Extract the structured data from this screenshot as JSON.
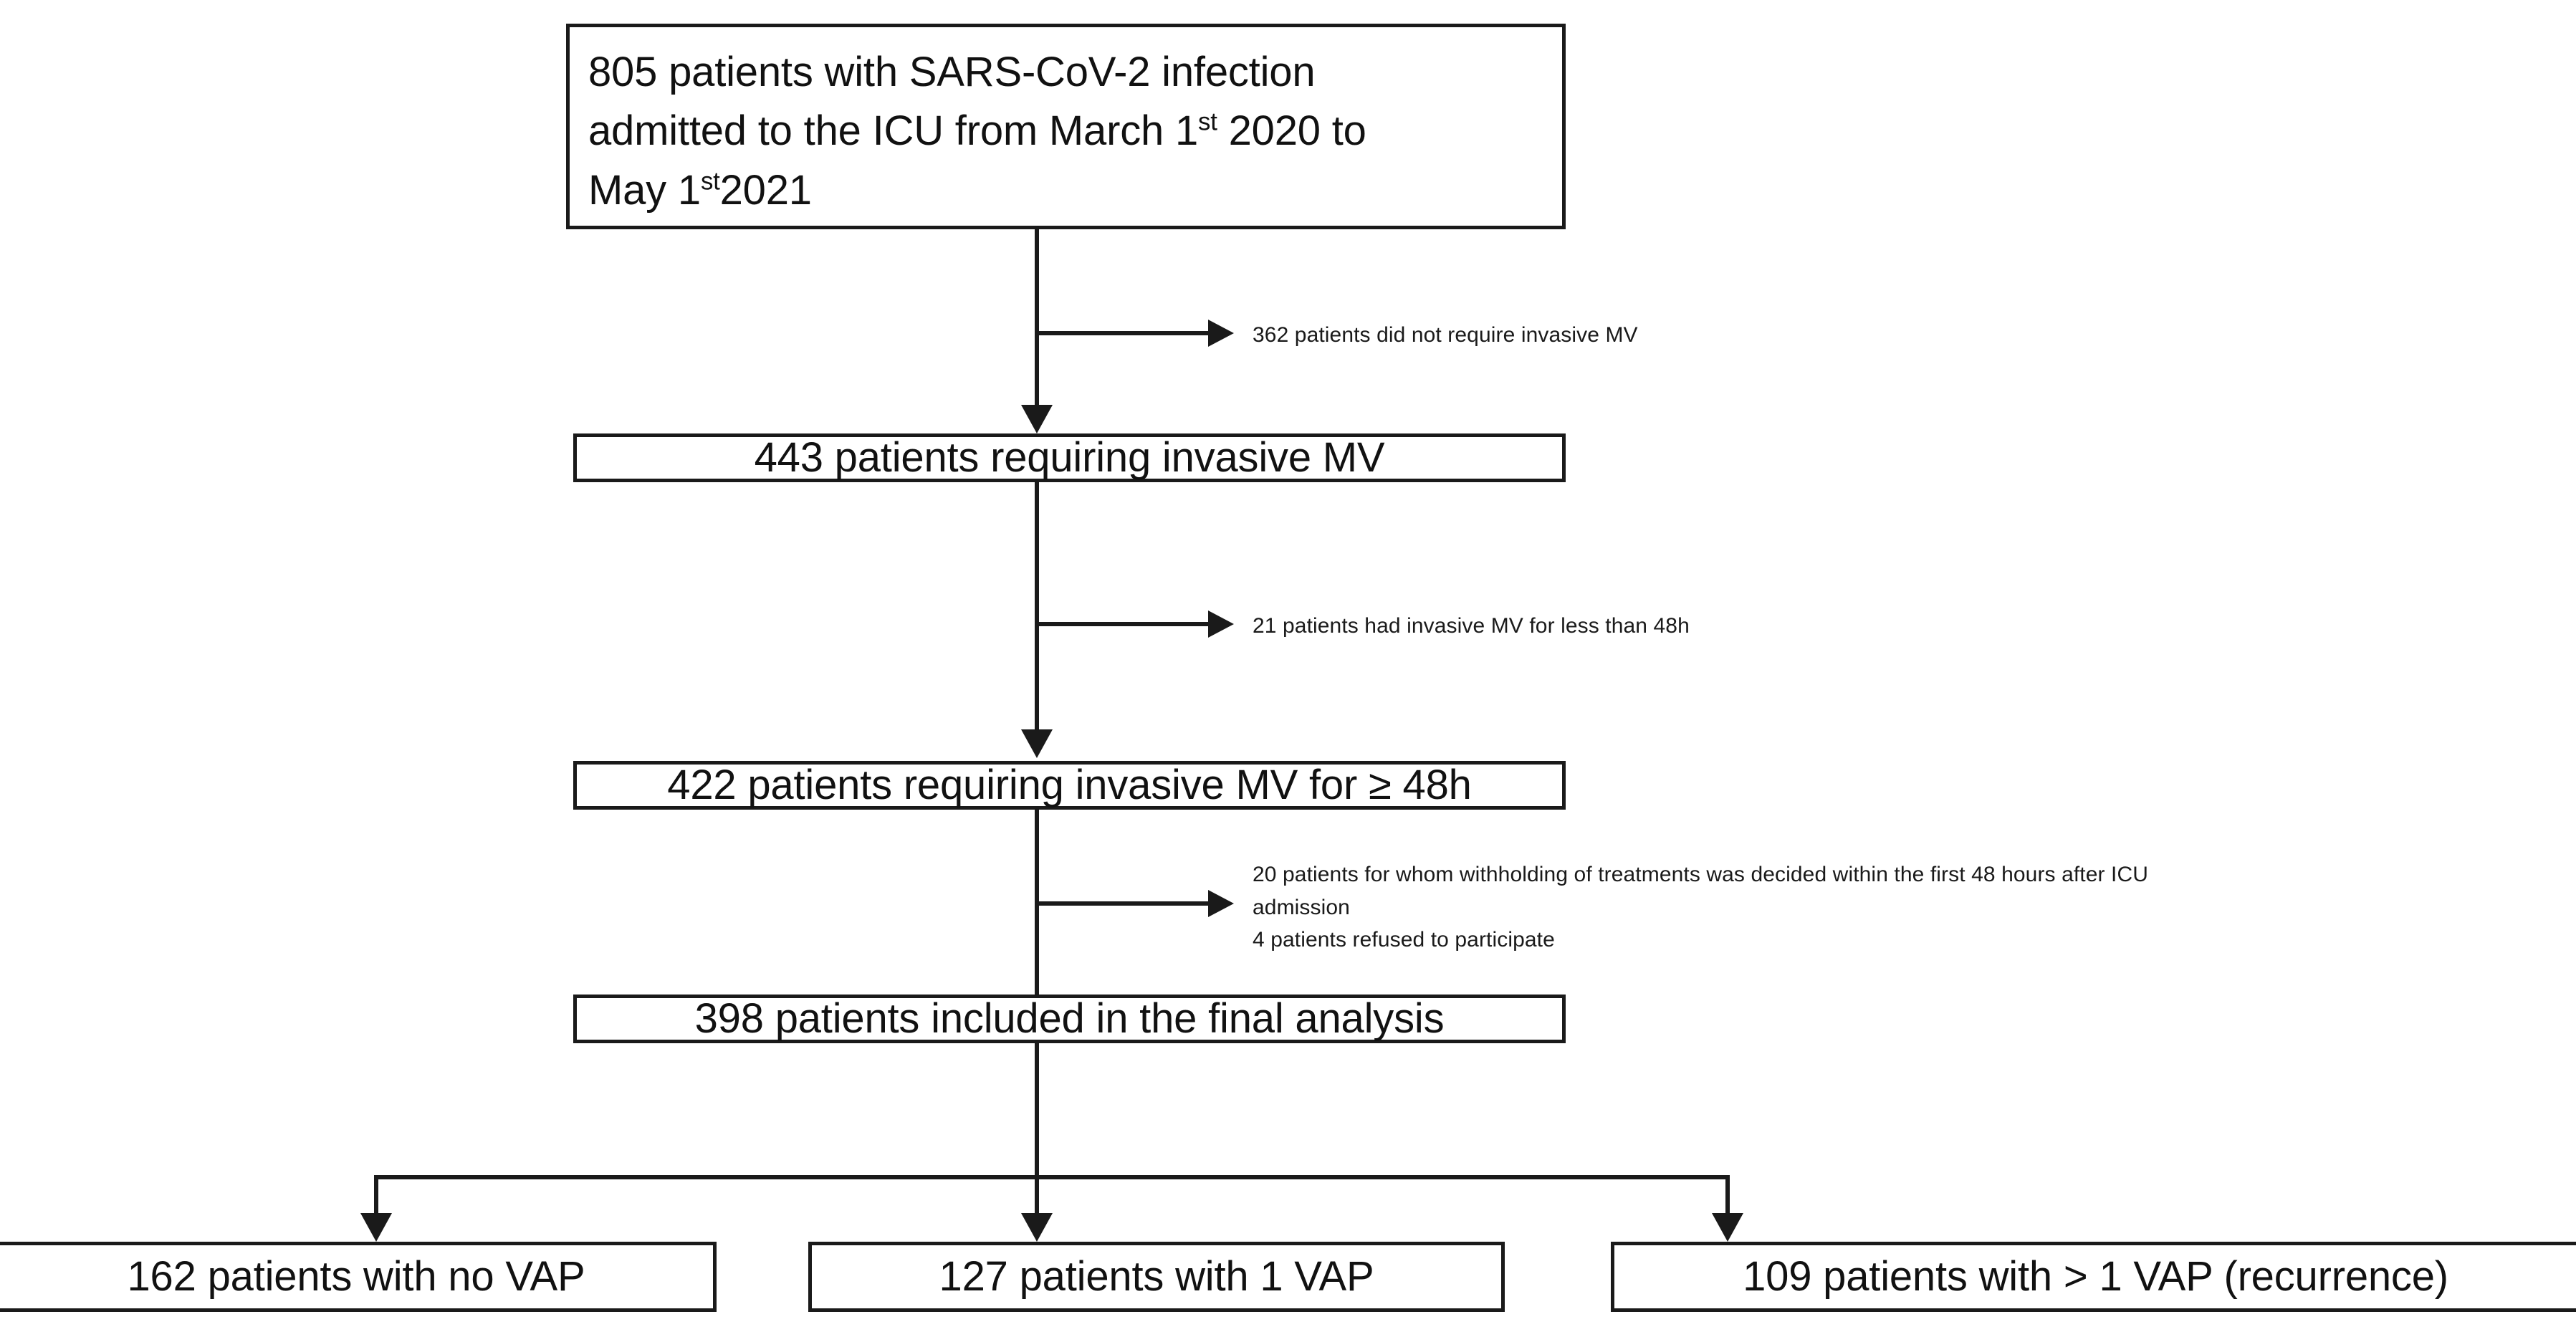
{
  "diagram": {
    "type": "patient-flow-consort",
    "title": "Study flow diagram",
    "line_color": "#1a1a1a",
    "background_color": "#ffffff"
  },
  "nodes": {
    "enrolled": {
      "line1": "805 patients with SARS-CoV-2 infection",
      "line2_a": "admitted to the ICU from March 1",
      "line2_ord": "st",
      "line2_b": " 2020 to",
      "line3_a": "May 1",
      "line3_ord": "st",
      "line3_b": "2021",
      "count": 805
    },
    "requiring_mv": {
      "label": "443 patients requiring invasive MV",
      "count": 443
    },
    "mv_48h": {
      "label": "422 patients requiring invasive MV for ≥ 48h",
      "count": 422
    },
    "final_analysis": {
      "label": "398 patients included in the final analysis",
      "count": 398
    },
    "no_vap": {
      "label": "162 patients with no VAP",
      "count": 162
    },
    "one_vap": {
      "label": "127 patients with 1 VAP",
      "count": 127
    },
    "recurrent_vap": {
      "label": "109 patients with > 1 VAP (recurrence)",
      "count": 109
    }
  },
  "exclusions": {
    "no_invasive_mv": {
      "line1": "362 patients did not require invasive MV",
      "count": 362
    },
    "mv_under_48h": {
      "line1": "21 patients had invasive MV for less than 48h",
      "count": 21
    },
    "withholding_and_refusal": {
      "line1": "20 patients for whom withholding of treatments was decided within the first 48 hours after ICU",
      "line2": "admission",
      "line3": "4 patients refused to participate",
      "count_withholding": 20,
      "count_refused": 4
    }
  },
  "chart_data": {
    "type": "diagram",
    "title": "Patient flow diagram",
    "stages": [
      {
        "id": "enrolled",
        "label": "805 patients with SARS-CoV-2 infection admitted to the ICU from March 1st 2020 to May 1st 2021",
        "value": 805
      },
      {
        "id": "requiring_mv",
        "label": "443 patients requiring invasive MV",
        "value": 443
      },
      {
        "id": "mv_48h",
        "label": "422 patients requiring invasive MV for ≥ 48h",
        "value": 422
      },
      {
        "id": "final_analysis",
        "label": "398 patients included in the final analysis",
        "value": 398
      }
    ],
    "exclusions": [
      {
        "after": "enrolled",
        "label": "362 patients did not require invasive MV",
        "value": 362
      },
      {
        "after": "requiring_mv",
        "label": "21 patients had invasive MV for less than 48h",
        "value": 21
      },
      {
        "after": "mv_48h",
        "label": "20 patients for whom withholding of treatments was decided within the first 48 hours after ICU admission",
        "value": 20
      },
      {
        "after": "mv_48h",
        "label": "4 patients refused to participate",
        "value": 4
      }
    ],
    "outcomes": [
      {
        "id": "no_vap",
        "label": "162 patients with no VAP",
        "value": 162
      },
      {
        "id": "one_vap",
        "label": "127 patients with 1 VAP",
        "value": 127
      },
      {
        "id": "recurrent_vap",
        "label": "109 patients with > 1 VAP (recurrence)",
        "value": 109
      }
    ]
  }
}
